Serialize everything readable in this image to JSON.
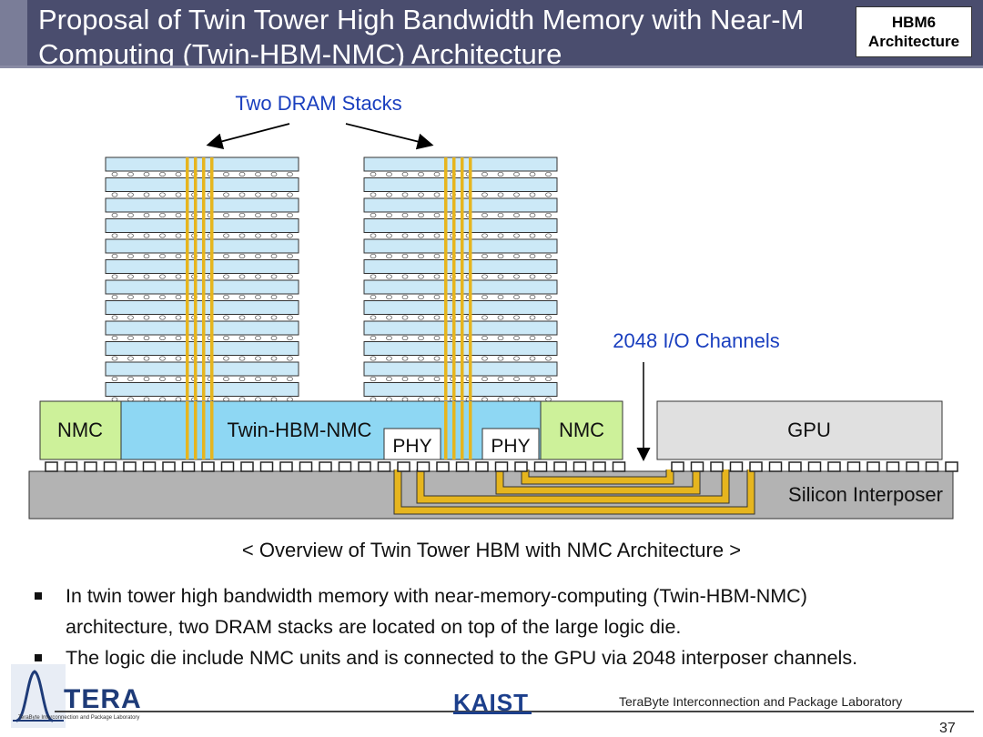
{
  "header": {
    "title_line1": "Proposal of Twin Tower High Bandwidth Memory with Near-M",
    "title_line2": "Computing (Twin-HBM-NMC) Architecture",
    "badge_line1": "HBM6",
    "badge_line2": "Architecture"
  },
  "diagram": {
    "stacks_label": "Two DRAM Stacks",
    "io_label": "2048 I/O Channels",
    "nmc_left": "NMC",
    "nmc_right": "NMC",
    "logic_die": "Twin-HBM-NMC",
    "phy_left": "PHY",
    "phy_right": "PHY",
    "gpu": "GPU",
    "interposer": "Silicon Interposer",
    "dram_layers_per_stack": 12,
    "colors": {
      "dram": "#cce9f7",
      "logic_die": "#8ed7f3",
      "nmc": "#cdf19a",
      "gpu": "#e0e0e0",
      "interposer": "#b3b3b3",
      "tsv": "#e6b51e",
      "arrow_label": "#1a3fbf"
    }
  },
  "caption": "< Overview of Twin Tower HBM with NMC Architecture >",
  "bullets": [
    "In twin tower high bandwidth memory with near-memory-computing (Twin-HBM-NMC)",
    "architecture, two DRAM stacks are located on top of the large logic die.",
    "The logic die include NMC units and is connected to the GPU via 2048 interposer channels."
  ],
  "footer": {
    "logo": "TERA",
    "logo_sub": "TeraByte Interconnection and Package Laboratory",
    "kaist": "KAIST",
    "lab": "TeraByte Interconnection and Package Laboratory",
    "page": "37"
  }
}
